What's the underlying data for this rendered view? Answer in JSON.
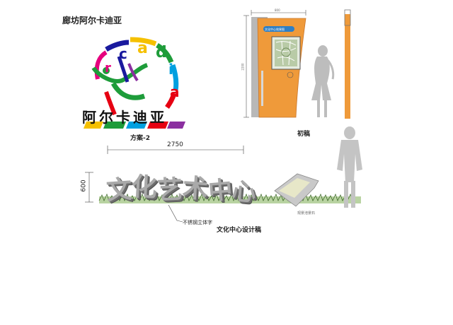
{
  "page_title": "廊坊阿尔卡迪亚",
  "logo": {
    "arc_letters": [
      "r",
      "c",
      "a",
      "d",
      "i",
      "a"
    ],
    "chinese_mark": "阿尔卡迪亚",
    "caption": "方案-2",
    "colors": [
      "#e6007e",
      "#1a1a9e",
      "#1e9c3a",
      "#f5c000",
      "#8b2fa0",
      "#00a0e0",
      "#e60012"
    ]
  },
  "sign_elevation": {
    "panel_header": "文化中心效果图",
    "width_label": "800",
    "height_label": "2200",
    "caption": "初稿",
    "panel_color": "#ef9a3a",
    "header_color": "#2f7fc4"
  },
  "cultural_sign": {
    "dimension_width": "2750",
    "dimension_height": "600",
    "letters": [
      "文",
      "化",
      "艺",
      "术",
      "中",
      "心"
    ],
    "material_note": "不锈钢立体字",
    "stone_note": "观景池景石",
    "caption": "文化中心设计稿"
  }
}
